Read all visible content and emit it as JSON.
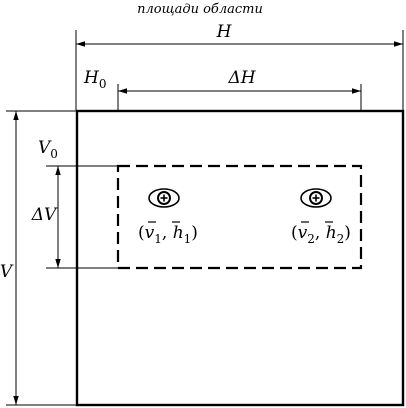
{
  "caption": "площади области",
  "labels": {
    "H": "H",
    "H0_main": "H",
    "H0_sub": "0",
    "dH": "ΔH",
    "V0_main": "V",
    "V0_sub": "0",
    "dV": "ΔV",
    "V": "V"
  },
  "marker1": {
    "open": "(",
    "v": "v",
    "v_sub": "1",
    "sep": ", ",
    "h": "h",
    "h_sub": "1",
    "close": ")"
  },
  "marker2": {
    "open": "(",
    "v": "v",
    "v_sub": "2",
    "sep": ", ",
    "h": "h",
    "h_sub": "2",
    "close": ")"
  }
}
